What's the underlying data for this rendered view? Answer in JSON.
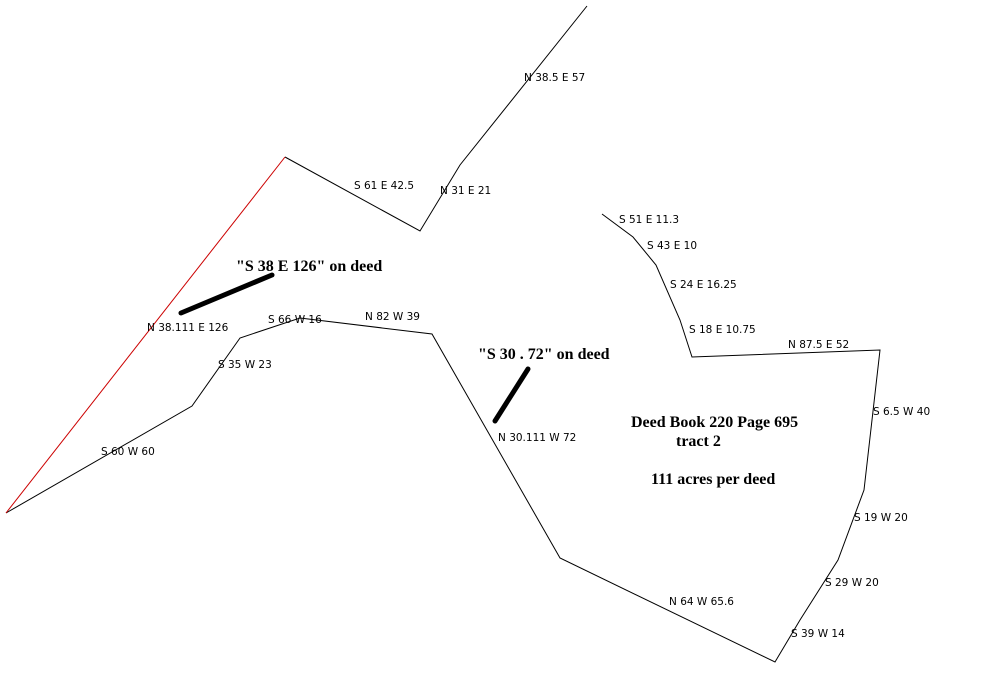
{
  "bearings": [
    "N 38.5 E 57",
    "S 61 E 42.5",
    "N 31 E 21",
    "S 51 E 11.3",
    "S 43 E 10",
    "S 24 E 16.25",
    "S 18 E 10.75",
    "N 87.5 E 52",
    "S 6.5 W 40",
    "S 19 W 20",
    "S 29 W 20",
    "S 39 W 14",
    "N 64 W 65.6",
    "N 30.111 W 72",
    "N 82 W 39",
    "S 66 W 16",
    "S 35 W 23",
    "S 60 W 60",
    "N 38.111 E 126"
  ],
  "notes": {
    "deed_note_1": "\"S 38 E 126\" on deed",
    "deed_note_2": "\"S 30 . 72\" on deed",
    "title": "Deed Book 220 Page 695",
    "tract": "tract 2",
    "acres": "111 acres per deed"
  },
  "colors": {
    "boundary": "#000000",
    "disputed_line": "#cc0000"
  }
}
